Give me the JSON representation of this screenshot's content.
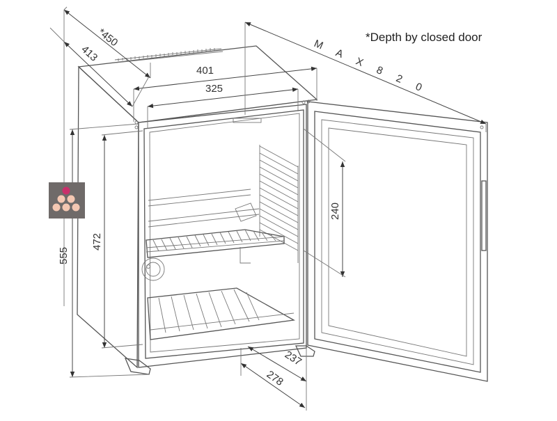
{
  "note": "*Depth by closed door",
  "dimensions": {
    "depth_closed": "*450",
    "depth": "413",
    "top_width": "401",
    "inner_width": "325",
    "max_open": "M A X   8 2 0",
    "total_height": "555",
    "inner_height": "472",
    "door_inner_height": "240",
    "bottom_depth_237": "237",
    "bottom_depth_278": "278"
  },
  "logo": {
    "icon": "wine-bottles-logo-icon",
    "background": "#6f6a69",
    "accent_top": "#c9306b",
    "bottles": "#f4c7b2"
  }
}
